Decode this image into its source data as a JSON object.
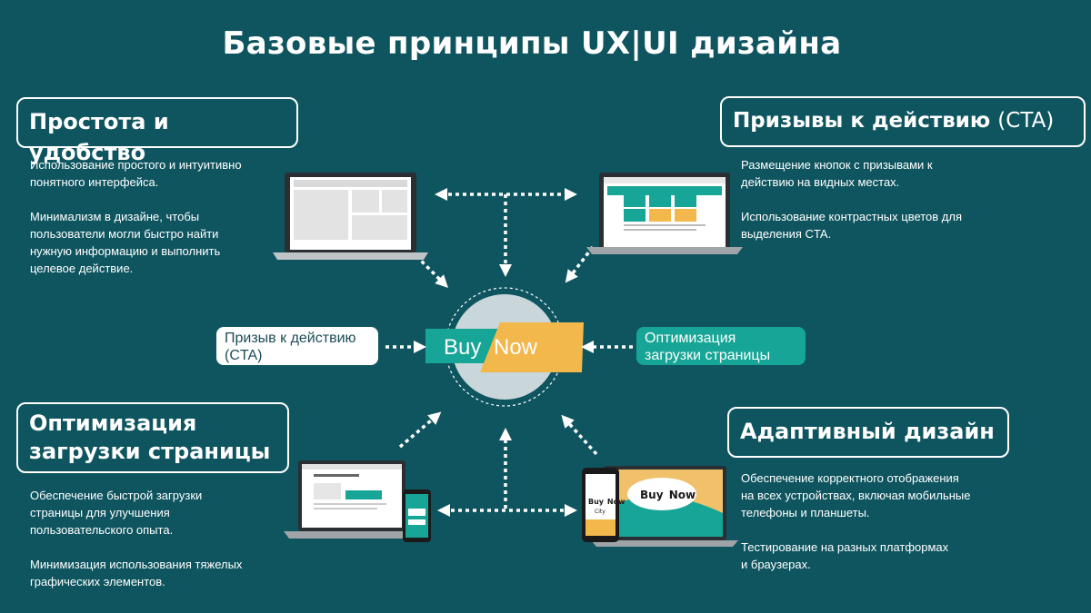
{
  "title": "Базовые принципы UX|UI дизайна",
  "sections": {
    "simplicity": {
      "heading": "Простота и удобство",
      "description": "Использование простого и интуитивно\nпонятного интерфейса.\n\nМинимализм в дизайне, чтобы\nпользователи могли быстро найти\nнужную информацию и выполнить\nцелевое действие."
    },
    "cta": {
      "heading": "Призывы к действию",
      "heading_suffix": "(CTA)",
      "description": "Размещение кнопок с призывами к\nдействию на видных местах.\n\nИспользование контрастных цветов для\nвыделения CTA."
    },
    "optimization": {
      "heading": "Оптимизация загрузки страницы",
      "description": "Обеспечение быстрой загрузки\nстраницы для улучшения\nпользовательского опыта.\n\nМинимизация использования тяжелых\nграфических элементов."
    },
    "adaptive": {
      "heading": "Адаптивный дизайн",
      "description": "Обеспечение корректного отображения\nна всех устройствах, включая мобильные\nтелефоны и планшеты.\n\nТестирование на разных платформах\nи браузерах."
    }
  },
  "center": {
    "button_left": "Buy",
    "button_right": "Now",
    "left_pill": "Призыв к действию\n(CTA)",
    "right_pill": "Оптимизация\nзагрузки страницы"
  },
  "mockup_text": {
    "buy": "Buy",
    "now": "Now",
    "city": "City"
  },
  "colors": {
    "background": "#0f5560",
    "teal": "#16a596",
    "yellow": "#f2b84b",
    "circle": "#c9d6da",
    "white": "#ffffff"
  }
}
